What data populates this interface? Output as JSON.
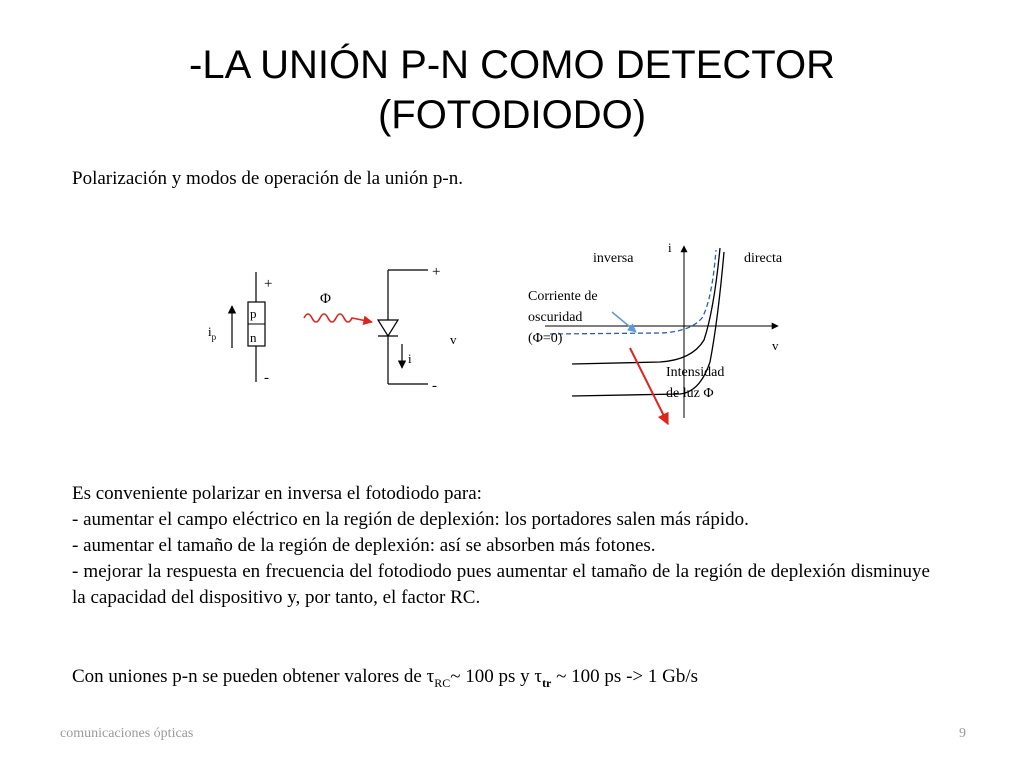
{
  "title": {
    "line1": "-LA UNIÓN P-N COMO DETECTOR",
    "line2": "(FOTODIODO)"
  },
  "subtitle": "Polarización y modos de operación de la unión p-n.",
  "circuit_left": {
    "plus": "+",
    "minus": "-",
    "p": "p",
    "n": "n",
    "current_main": "i",
    "current_sub": "p"
  },
  "circuit_middle": {
    "phi": "Φ",
    "plus": "+",
    "minus": "-",
    "v": "v",
    "i": "i"
  },
  "iv_graph": {
    "axis_i": "i",
    "axis_v": "v",
    "inversa": "inversa",
    "directa": "directa",
    "dark_current": [
      "Corriente de",
      "oscuridad",
      "(Φ=0)"
    ],
    "light_intensity": [
      "Intensidad",
      "de luz Φ"
    ]
  },
  "body": {
    "intro": "Es conveniente polarizar en inversa el fotodiodo para:",
    "bullet1": "- aumentar el campo eléctrico en la región de deplexión: los portadores salen más rápido.",
    "bullet2": "- aumentar el tamaño de la región de deplexión: así se absorben más fotones.",
    "bullet3": "- mejorar la respuesta en frecuencia del fotodiodo pues aumentar el tamaño de la región de deplexión disminuye la capacidad del dispositivo y, por tanto, el factor RC."
  },
  "final": {
    "prefix": "Con uniones p-n se pueden obtener valores de ",
    "tau1": "τ",
    "sub1": "RC",
    "middle": "~ 100 ps y ",
    "tau2": "τ",
    "sub2": "tr",
    "suffix": " ~ 100 ps -> 1 Gb/s"
  },
  "footer": {
    "left": "comunicaciones ópticas",
    "right": "9"
  },
  "colors": {
    "photon": "#e0231c",
    "arrow_light": "#e0231c",
    "dark_curve": "#2e5fa6",
    "arrow_blue": "#5b9bd5",
    "footer": "#9a9a9a"
  }
}
